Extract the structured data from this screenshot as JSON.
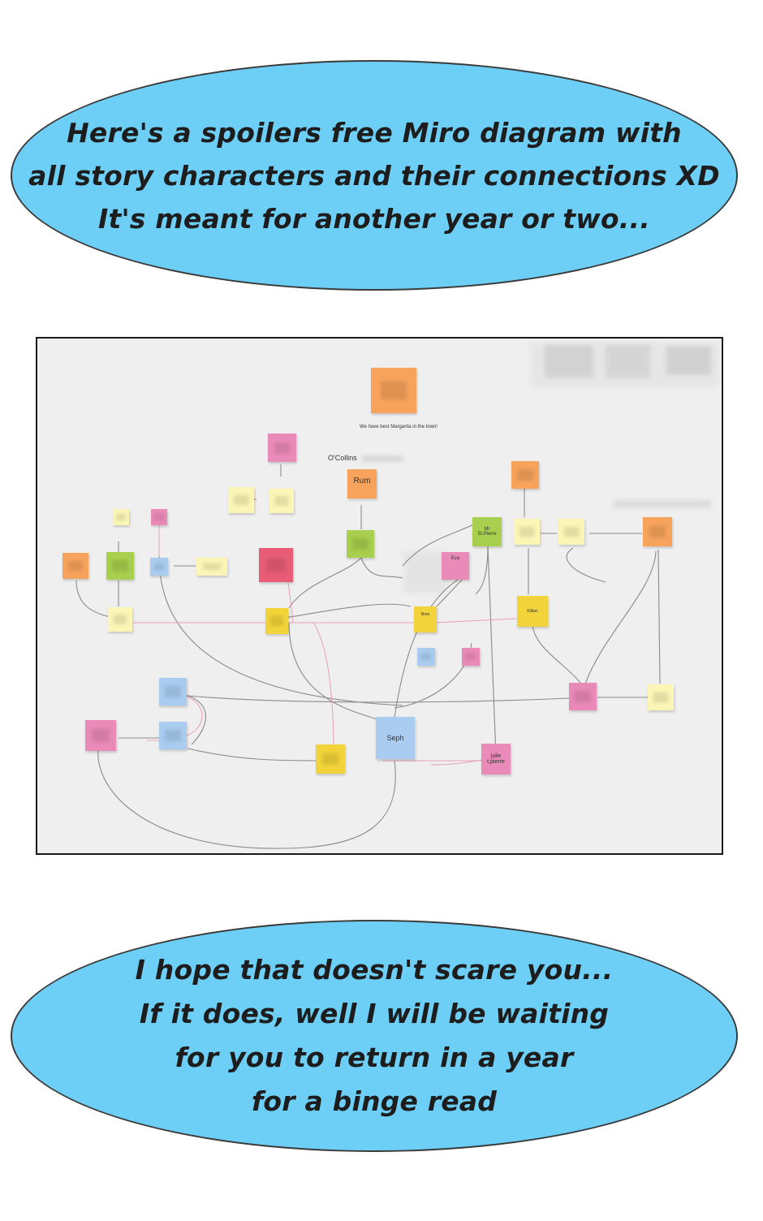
{
  "bubble_top": {
    "lines": [
      "Here's a spoilers free Miro diagram with",
      "all story characters and their connections XD",
      "It's meant for another year or two..."
    ]
  },
  "bubble_bottom": {
    "lines": [
      "I hope that doesn't scare you...",
      "If it does, well I will be waiting",
      "for you to return in a year",
      "for a binge read"
    ]
  },
  "board": {
    "caption": "We have best Margarita in the town!",
    "ocollins_label": "O'Collins",
    "notes": {
      "rum": "Rum",
      "mr_stpierre": "Mr St.Pierre",
      "eva": "Eva",
      "killian": "Killian",
      "bree": "Bree",
      "seph": "Seph",
      "julie": "julie t.pierre"
    }
  },
  "colors": {
    "bubble": "#6ecff6",
    "orange": "#f7a35c",
    "pink": "#ea8ab8",
    "green": "#a8cf4d",
    "yellow": "#f2d43a",
    "light_yellow": "#fbf5b6",
    "blue": "#a9ccf0",
    "red": "#e85d75"
  }
}
